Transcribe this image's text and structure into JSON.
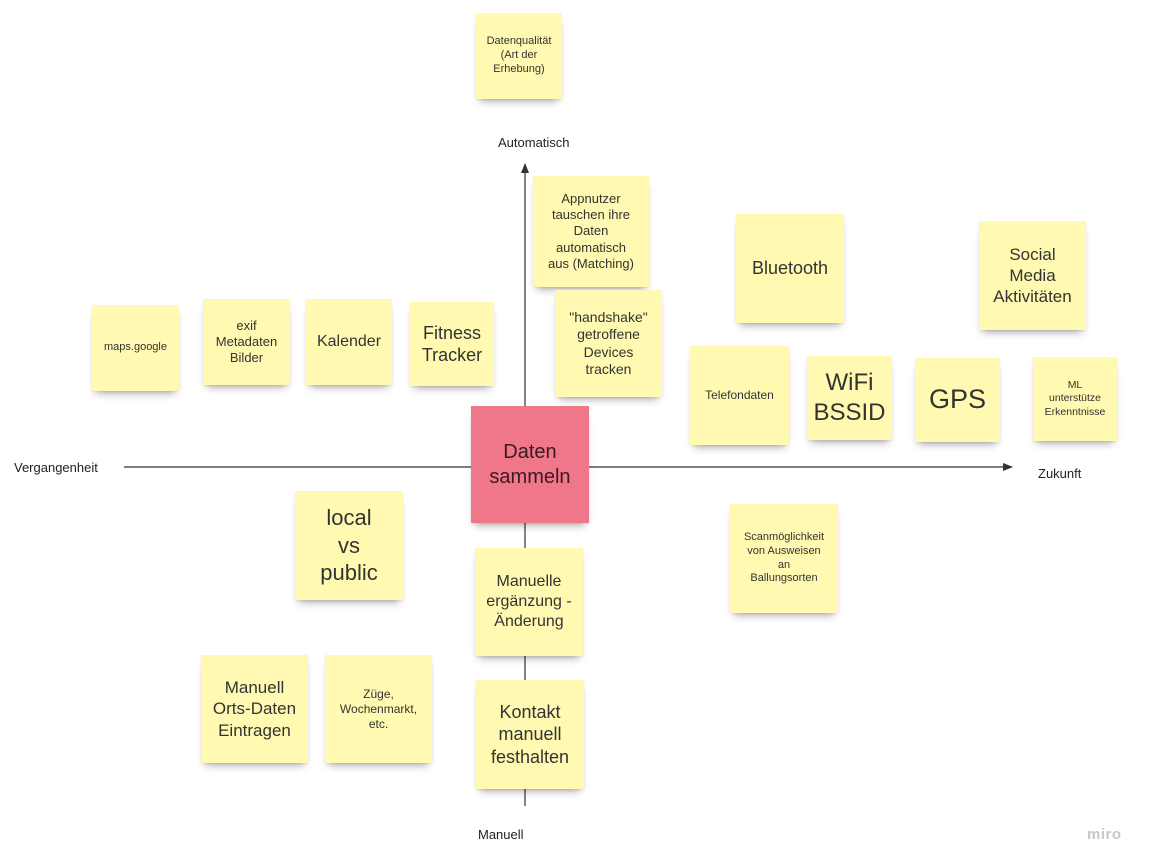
{
  "axes": {
    "top": "Automatisch",
    "bottom": "Manuell",
    "left": "Vergangenheit",
    "right": "Zukunft"
  },
  "notes": {
    "datenqualitaet": [
      "Datenqualität",
      "(Art der",
      "Erhebung)"
    ],
    "appnutzer": [
      "Appnutzer",
      "tauschen ihre",
      "Daten",
      "automatisch",
      "aus (Matching)"
    ],
    "handshake": [
      "\"handshake\"",
      "getroffene",
      "Devices",
      "tracken"
    ],
    "bluetooth": [
      "Bluetooth"
    ],
    "social": [
      "Social",
      "Media",
      "Aktivitäten"
    ],
    "maps": [
      "maps.google"
    ],
    "exif": [
      "exif",
      "Metadaten",
      "Bilder"
    ],
    "kalender": [
      "Kalender"
    ],
    "fitness": [
      "Fitness",
      "Tracker"
    ],
    "telefon": [
      "Telefondaten"
    ],
    "wifi": [
      "WiFi",
      "BSSID"
    ],
    "gps": [
      "GPS"
    ],
    "ml": [
      "ML",
      "unterstütze",
      "Erkenntnisse"
    ],
    "daten": [
      "Daten",
      "sammeln"
    ],
    "local": [
      "local",
      "vs",
      "public"
    ],
    "scan": [
      "Scanmöglichkeit",
      "von Ausweisen",
      "an",
      "Ballungsorten"
    ],
    "manuelle": [
      "Manuelle",
      "ergänzung -",
      "Änderung"
    ],
    "orts": [
      "Manuell",
      "Orts-Daten",
      "Eintragen"
    ],
    "zuege": [
      "Züge,",
      "Wochenmarkt,",
      "etc."
    ],
    "kontakt": [
      "Kontakt",
      "manuell",
      "festhalten"
    ]
  },
  "brand": "miro",
  "colors": {
    "sticky_yellow": "#fff9b1",
    "sticky_pink": "#f0768a",
    "axis": "#333333"
  }
}
